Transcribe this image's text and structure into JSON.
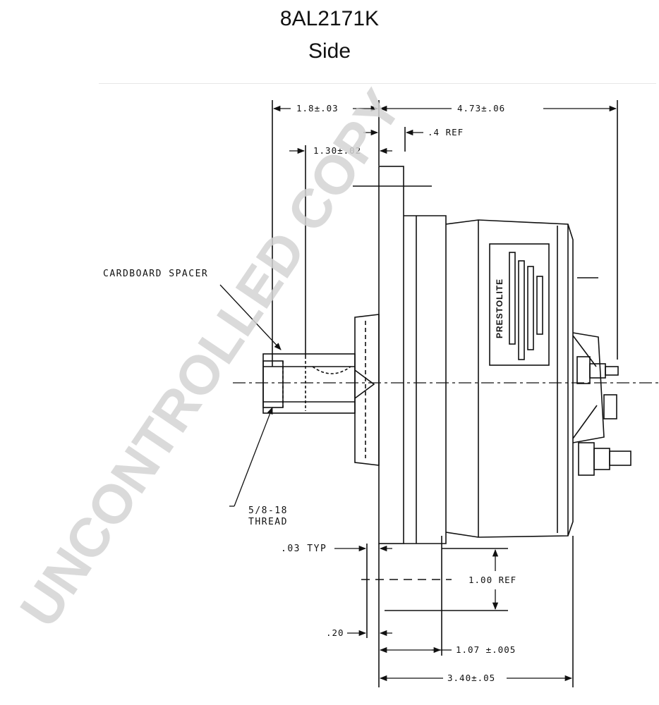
{
  "header": {
    "part_number": "8AL2171K",
    "view": "Side"
  },
  "labels": {
    "spacer": "CARDBOARD SPACER",
    "thread_line1": "5/8-18",
    "thread_line2": "THREAD",
    "typ": ".03 TYP"
  },
  "dimensions": {
    "d_top_left": "1.8±.03",
    "d_top_right": "4.73±.06",
    "d_ref_small": ".4 REF",
    "d_130": "1.30±.02",
    "d_100": "1.00 REF",
    "d_020": ".20",
    "d_107": "1.07 ±.005",
    "d_340": "3.40±.05"
  },
  "nameplate": {
    "brand": "PRESTOLITE"
  },
  "watermark": "UNCONTROLLED COPY",
  "colors": {
    "ink": "#111111",
    "watermark": "#d4d4d4"
  }
}
